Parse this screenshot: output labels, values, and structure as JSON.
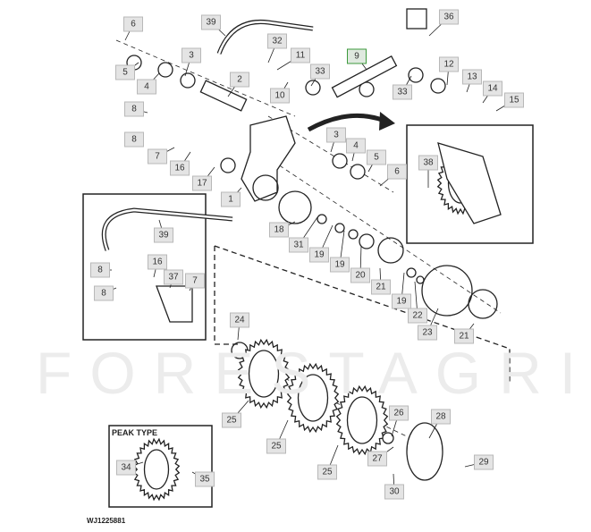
{
  "diagram": {
    "figure_id": "WJ1225881",
    "watermark": "FORESTAGRI",
    "inset_label": "PEAK TYPE",
    "highlight_color": "#3c9a3c",
    "callouts": [
      "6",
      "5",
      "4",
      "3",
      "39",
      "2",
      "32",
      "11",
      "10",
      "33",
      "9",
      "36",
      "12",
      "33",
      "13",
      "14",
      "15",
      "8",
      "8",
      "7",
      "16",
      "17",
      "3",
      "4",
      "5",
      "6",
      "38",
      "1",
      "39",
      "18",
      "31",
      "19",
      "19",
      "20",
      "21",
      "16",
      "37",
      "7",
      "8",
      "8",
      "19",
      "22",
      "24",
      "23",
      "21",
      "25",
      "25",
      "26",
      "28",
      "27",
      "25",
      "29",
      "30",
      "34",
      "35"
    ],
    "highlighted": "9"
  }
}
